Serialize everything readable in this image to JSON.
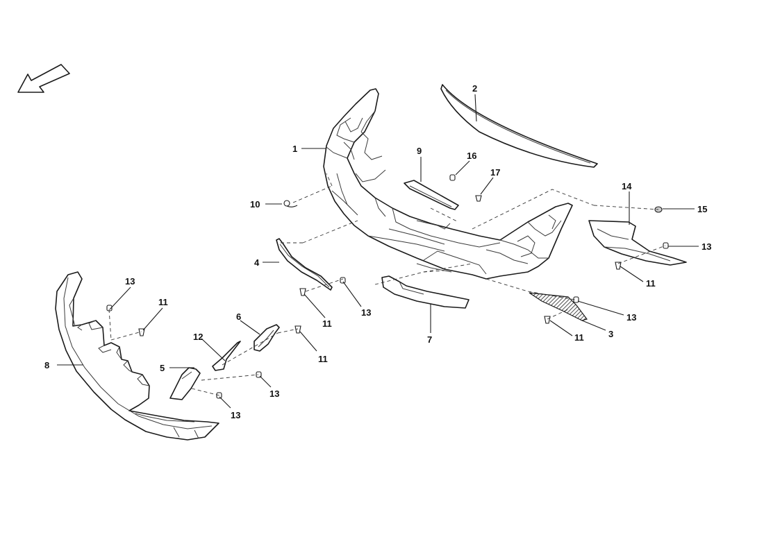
{
  "callouts": {
    "c1": "1",
    "c2": "2",
    "c3": "3",
    "c4": "4",
    "c5": "5",
    "c6": "6",
    "c7": "7",
    "c8": "8",
    "c9": "9",
    "c10": "10",
    "c11a": "11",
    "c11b": "11",
    "c11c": "11",
    "c11d": "11",
    "c11e": "11",
    "c12": "12",
    "c13a": "13",
    "c13b": "13",
    "c13c": "13",
    "c13d": "13",
    "c13e": "13",
    "c13f": "13",
    "c14": "14",
    "c15": "15",
    "c16": "16",
    "c17": "17"
  },
  "colors": {
    "line": "#1a1a1a",
    "background": "#ffffff"
  },
  "icons": {
    "orientation": "direction-arrow-icon"
  }
}
